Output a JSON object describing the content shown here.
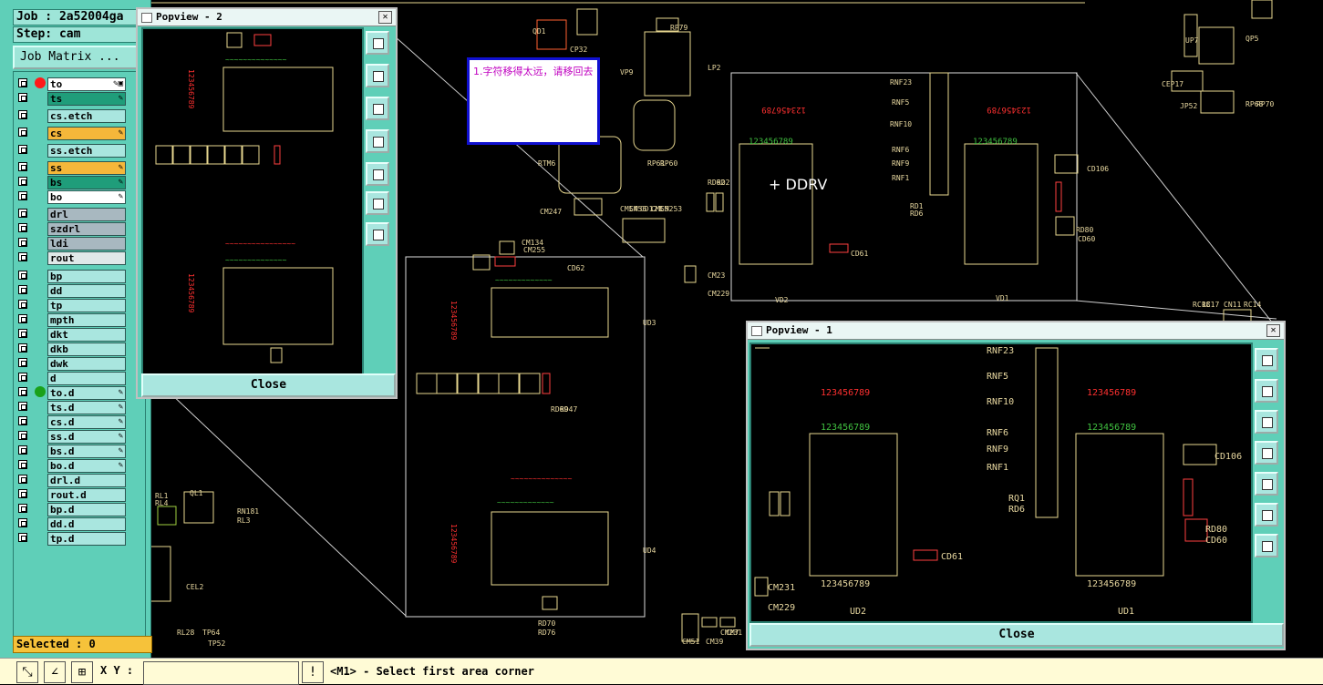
{
  "job_label": "Job : 2a52004ga",
  "step_label": "Step: cam",
  "job_matrix_label": "Job Matrix ...",
  "selected_label": "Selected : 0",
  "layers": [
    {
      "name": "to",
      "color": "#ffffff",
      "dot": "#ff1a1a",
      "flag": "✎▣"
    },
    {
      "name": "ts",
      "color": "#1f9d7a",
      "dot": "",
      "flag": "✎"
    },
    {
      "name": "cs.etch",
      "color": "#a9e6df",
      "dot": "",
      "flag": ""
    },
    {
      "name": "cs",
      "color": "#f5b73a",
      "dot": "",
      "flag": "✎"
    },
    {
      "name": "ss.etch",
      "color": "#a9e6df",
      "dot": "",
      "flag": ""
    },
    {
      "name": "ss",
      "color": "#f5b73a",
      "dot": "",
      "flag": "✎"
    },
    {
      "name": "bs",
      "color": "#1f9d7a",
      "dot": "",
      "flag": "✎"
    },
    {
      "name": "bo",
      "color": "#ffffff",
      "dot": "",
      "flag": "✎"
    },
    {
      "name": "drl",
      "color": "#a8b8c0",
      "dot": "",
      "flag": ""
    },
    {
      "name": "szdrl",
      "color": "#a8b8c0",
      "dot": "",
      "flag": ""
    },
    {
      "name": "ldi",
      "color": "#a8b8c0",
      "dot": "",
      "flag": ""
    },
    {
      "name": "rout",
      "color": "#e0e8e8",
      "dot": "",
      "flag": ""
    },
    {
      "name": "bp",
      "color": "#a9e6df",
      "dot": "",
      "flag": ""
    },
    {
      "name": "dd",
      "color": "#a9e6df",
      "dot": "",
      "flag": ""
    },
    {
      "name": "tp",
      "color": "#a9e6df",
      "dot": "",
      "flag": ""
    },
    {
      "name": "mpth",
      "color": "#a9e6df",
      "dot": "",
      "flag": ""
    },
    {
      "name": "dkt",
      "color": "#a9e6df",
      "dot": "",
      "flag": ""
    },
    {
      "name": "dkb",
      "color": "#a9e6df",
      "dot": "",
      "flag": ""
    },
    {
      "name": "dwk",
      "color": "#a9e6df",
      "dot": "",
      "flag": ""
    },
    {
      "name": "d",
      "color": "#a9e6df",
      "dot": "",
      "flag": ""
    },
    {
      "name": "to.d",
      "color": "#a9e6df",
      "dot": "#1aa11a",
      "flag": "✎"
    },
    {
      "name": "ts.d",
      "color": "#a9e6df",
      "dot": "",
      "flag": "✎"
    },
    {
      "name": "cs.d",
      "color": "#a9e6df",
      "dot": "",
      "flag": "✎"
    },
    {
      "name": "ss.d",
      "color": "#a9e6df",
      "dot": "",
      "flag": "✎"
    },
    {
      "name": "bs.d",
      "color": "#a9e6df",
      "dot": "",
      "flag": "✎"
    },
    {
      "name": "bo.d",
      "color": "#a9e6df",
      "dot": "",
      "flag": "✎"
    },
    {
      "name": "drl.d",
      "color": "#a9e6df",
      "dot": "",
      "flag": ""
    },
    {
      "name": "rout.d",
      "color": "#a9e6df",
      "dot": "",
      "flag": ""
    },
    {
      "name": "bp.d",
      "color": "#a9e6df",
      "dot": "",
      "flag": ""
    },
    {
      "name": "dd.d",
      "color": "#a9e6df",
      "dot": "",
      "flag": ""
    },
    {
      "name": "tp.d",
      "color": "#a9e6df",
      "dot": "",
      "flag": ""
    }
  ],
  "popview2": {
    "title": "Popview - 2",
    "close_label": "Close",
    "x_label": "✕"
  },
  "popview1": {
    "title": "Popview - 1",
    "close_label": "Close",
    "x_label": "✕"
  },
  "note_text": "1.字符移得太远，请移回去",
  "ddrv_label": "+ DDRV",
  "pcb_labels": [
    "CD62",
    "CP32",
    "RP79",
    "VP9",
    "LP2",
    "QD1",
    "RP61",
    "RP60",
    "RTM6",
    "CM247",
    "CM54",
    "CM56",
    "CD121",
    "CM55",
    "CM253",
    "RD62",
    "RD2",
    "CD106",
    "RD80",
    "CD60",
    "RNF23",
    "RNF5",
    "RNF10",
    "RNF6",
    "RNF9",
    "RNF1",
    "RD1",
    "RD6",
    "CD61",
    "VD2",
    "VD1",
    "CM23",
    "CM229",
    "CM134",
    "CM255",
    "UD3",
    "UD4",
    "RD69",
    "RD47",
    "RD70",
    "RD76",
    "RL1",
    "RL4",
    "QL1",
    "RN181",
    "RL3",
    "CEL2",
    "RL28",
    "TP64",
    "TP52",
    "CEP17",
    "JP52",
    "RP68",
    "RP70",
    "QP5",
    "UP7",
    "RC18",
    "RC17",
    "CN11",
    "RC14",
    "CM231",
    "CM51",
    "CM39",
    "CM7"
  ],
  "xy_label": "X Y :",
  "xy_value": "",
  "status_text": "<M1> - Select first area corner",
  "colors": {
    "accent": "#5fcfb8",
    "yellow": "#f5b73a",
    "teal": "#1f9d7a",
    "pcb_outline": "#e8d890",
    "pcb_red": "#ff3030",
    "pcb_green": "#40c040"
  }
}
